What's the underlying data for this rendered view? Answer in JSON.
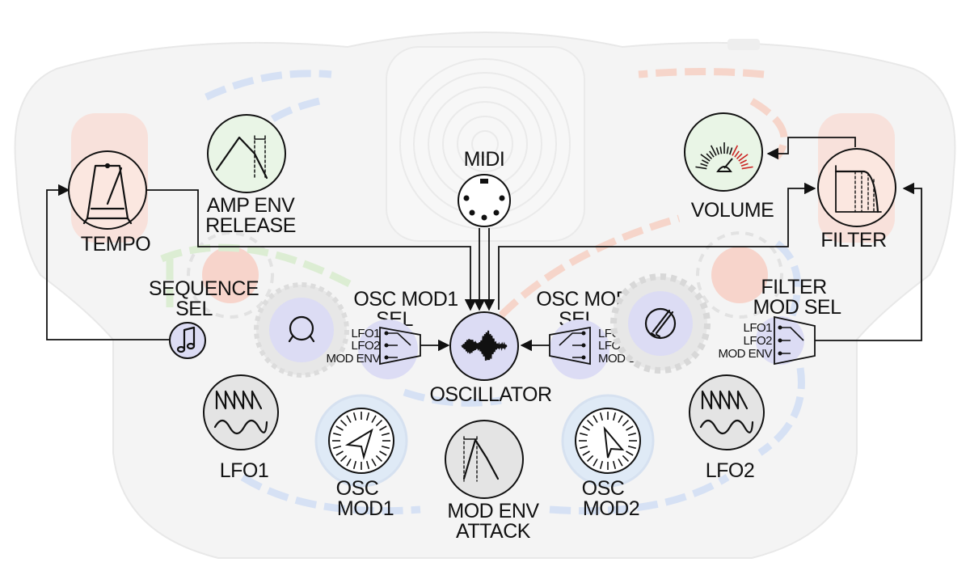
{
  "labels": {
    "midi": "MIDI",
    "tempo": "TEMPO",
    "amp_env_release_1": "AMP ENV",
    "amp_env_release_2": "RELEASE",
    "volume": "VOLUME",
    "filter": "FILTER",
    "sequence_sel_1": "SEQUENCE",
    "sequence_sel_2": "SEL",
    "osc_mod1_sel_1": "OSC MOD1",
    "osc_mod1_sel_2": "SEL",
    "osc_mod2_sel_1": "OSC MOD2",
    "osc_mod2_sel_2": "SEL",
    "filter_mod_sel_1": "FILTER",
    "filter_mod_sel_2": "MOD SEL",
    "oscillator": "OSCILLATOR",
    "lfo1": "LFO1",
    "lfo2": "LFO2",
    "osc_mod1_1": "OSC",
    "osc_mod1_2": "MOD1",
    "osc_mod2_1": "OSC",
    "osc_mod2_2": "MOD2",
    "mod_env_attack_1": "MOD ENV",
    "mod_env_attack_2": "ATTACK"
  },
  "switch_inputs": {
    "lfo1": "LFO1",
    "lfo2": "LFO2",
    "mod_env": "MOD ENV"
  },
  "colors": {
    "tempo_fill": "#fbe7e0",
    "green_fill": "#e9f5e6",
    "lavender_fill": "#dcdcf4",
    "gray_fill": "#e4e4e4",
    "blue_fill": "#dfeaf6",
    "body_fill": "#f3f3f3",
    "arrow_blue": "#d6e1f4",
    "arrow_salmon": "#f6d5ca",
    "arrow_green": "#dcedd3",
    "pink_knob": "#f6cdc4"
  },
  "icons": {
    "tempo": "metronome-icon",
    "amp_env_release": "envelope-release-icon",
    "midi": "midi-din-connector-icon",
    "volume": "vu-meter-icon",
    "filter": "lowpass-filter-curve-icon",
    "sequence_sel": "music-note-icon",
    "oscillator": "waveform-icon",
    "lfo": "saw-sine-wave-icon",
    "osc_mod": "dial-pointer-icon",
    "mod_env_attack": "envelope-attack-icon",
    "switch": "selector-switch-icon"
  }
}
